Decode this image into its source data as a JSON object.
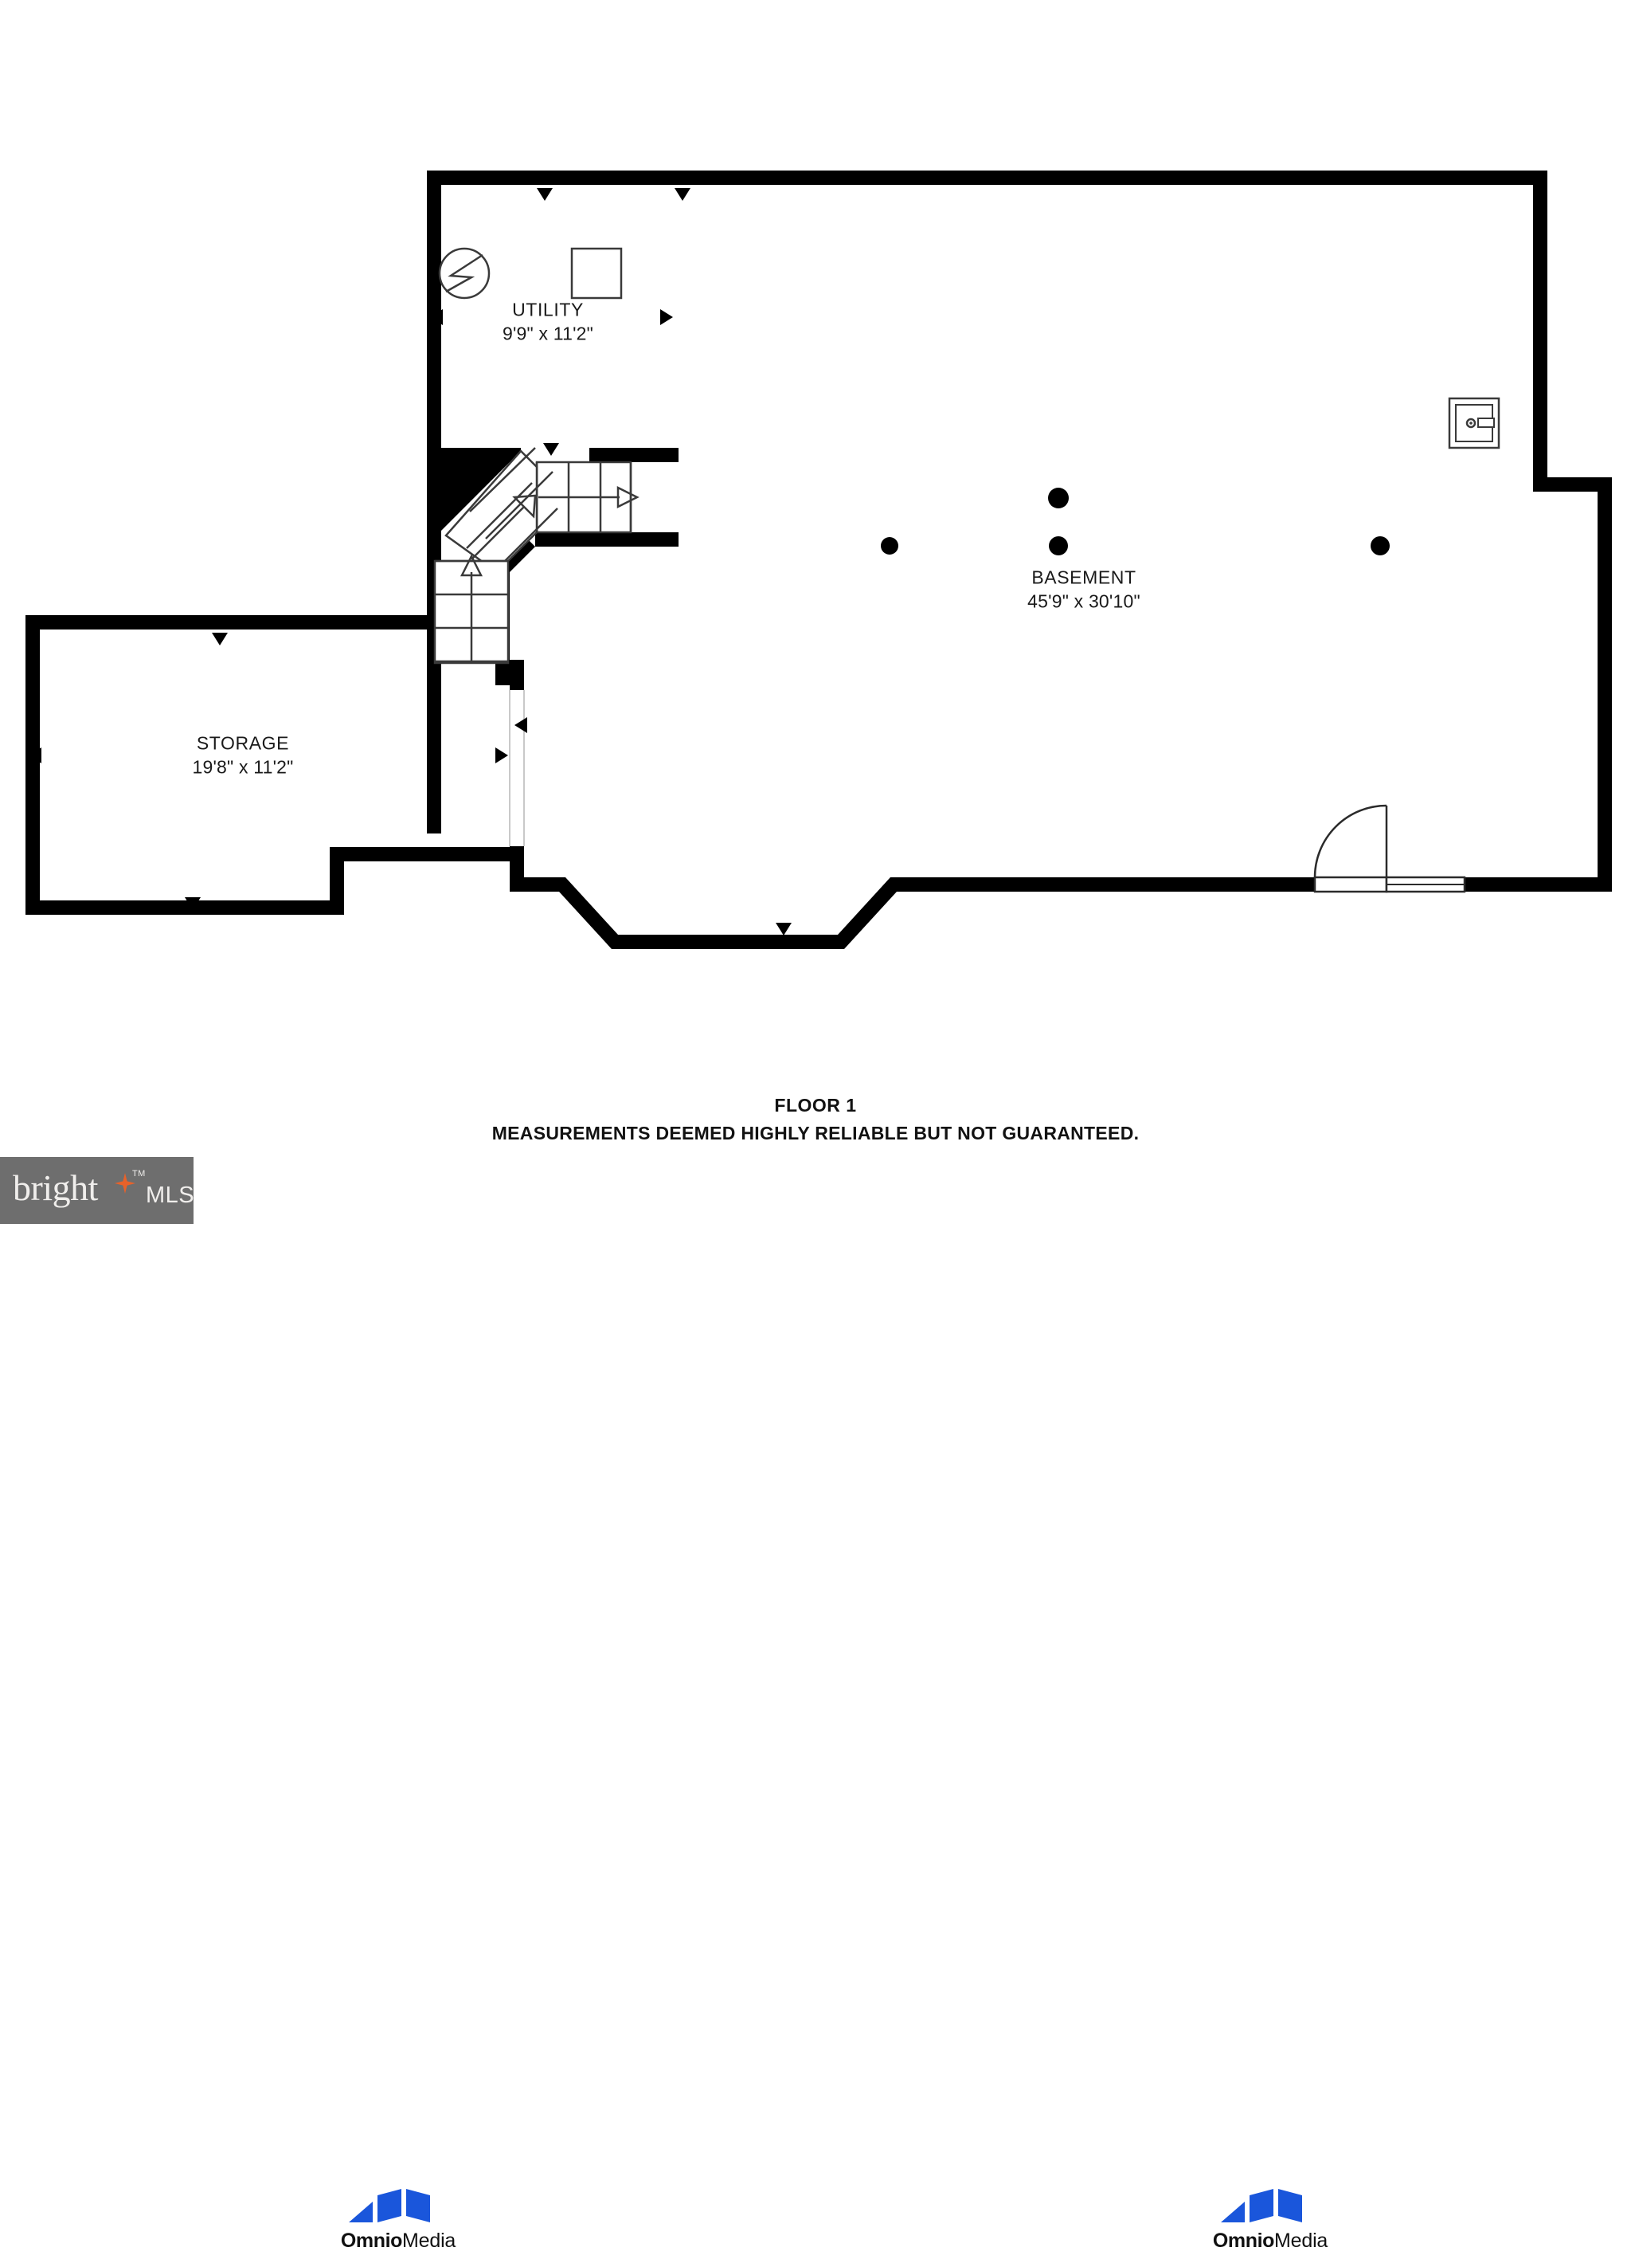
{
  "document": {
    "type": "real-estate-floor-plan",
    "floor_caption": "FLOOR 1",
    "disclaimer": "MEASUREMENTS DEEMED HIGHLY RELIABLE BUT NOT GUARANTEED."
  },
  "rooms": [
    {
      "id": "utility",
      "name": "UTILITY",
      "dimensions": "9'9\" x 11'2\"",
      "fixtures": [
        "electrical-meter-icon",
        "furnace-icon"
      ]
    },
    {
      "id": "basement",
      "name": "BASEMENT",
      "dimensions": "45'9\" x 30'10\"",
      "fixtures": [
        "support-column",
        "support-column",
        "support-column",
        "support-column",
        "appliance-icon",
        "exterior-door",
        "window"
      ]
    },
    {
      "id": "storage",
      "name": "STORAGE",
      "dimensions": "19'8\" x 11'2\"",
      "fixtures": []
    }
  ],
  "features": {
    "staircase_label": "staircase-up",
    "doorway_label": "open-doorway",
    "door_label": "swing-door",
    "window_label": "window",
    "column_label": "support-column"
  },
  "branding": {
    "omnio": {
      "name_bold": "Omnio",
      "name_light": "Media",
      "mark_color": "#1A56DB"
    },
    "mls": {
      "bright_text": "bright",
      "mls_text": "MLS",
      "trademark": "TM",
      "star_color": "#E8622A",
      "panel_color": "#6E6E6E",
      "text_color": "#F0EEEC"
    }
  },
  "colors": {
    "wall": "#000000",
    "floor": "#FFFFFF",
    "background": "#FFFFFF",
    "text": "#1A1A1A",
    "thin_line": "#3A3A3A"
  }
}
